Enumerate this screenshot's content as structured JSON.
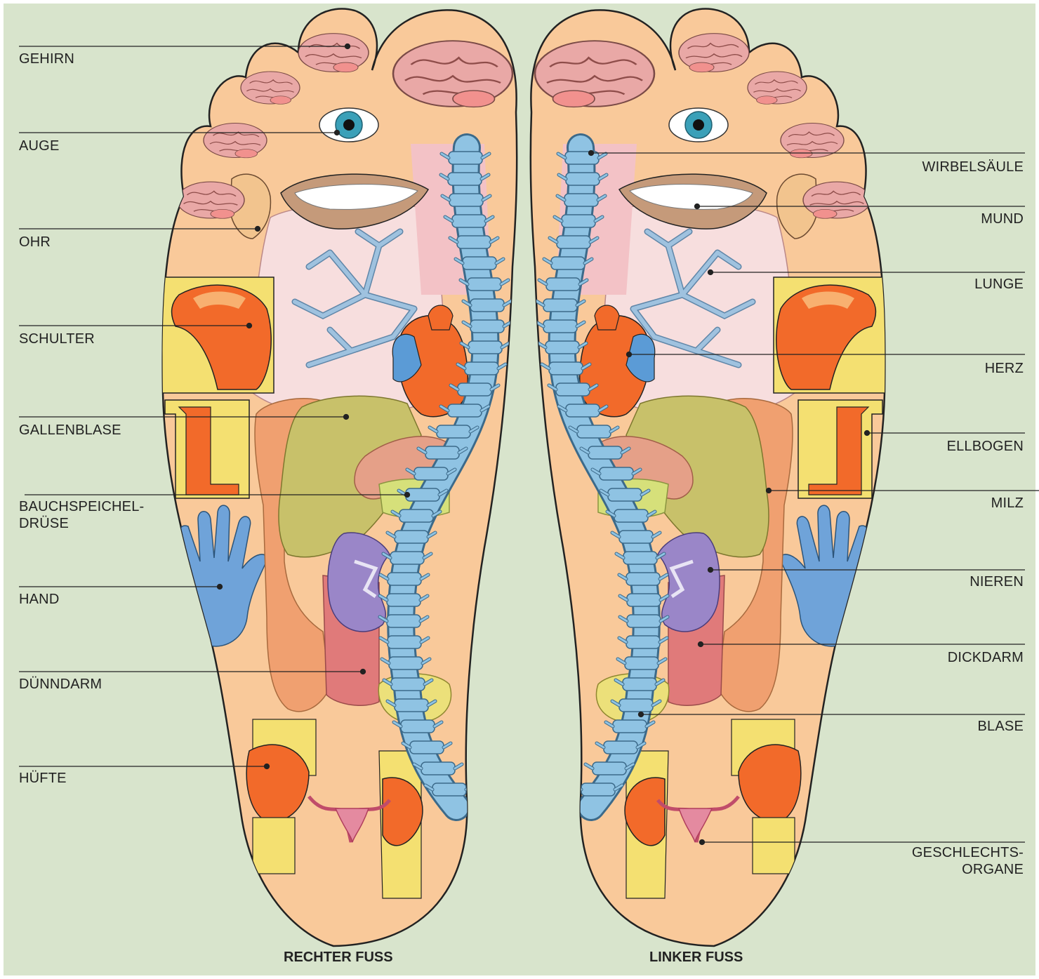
{
  "colors": {
    "background": "#d8e4cc",
    "foot": "#f9c99a",
    "brain": "#e9a8a6",
    "spine": "#8fc3e3",
    "organ_orange": "#f26a2a",
    "lung": "#f7dede",
    "bronchi": "#93b7d6",
    "yellow": "#f4e071",
    "kidney": "#9a86c8",
    "liver": "#c8c16a",
    "colon": "#f0a070",
    "hand": "#6fa3d9",
    "leader": "#222222"
  },
  "feet": {
    "right": {
      "caption": "RECHTER FUSS"
    },
    "left": {
      "caption": "LINKER FUSS"
    }
  },
  "labels_left": [
    {
      "id": "gehirn",
      "text": "GEHIRN"
    },
    {
      "id": "auge",
      "text": "AUGE"
    },
    {
      "id": "ohr",
      "text": "OHR"
    },
    {
      "id": "schulter",
      "text": "SCHULTER"
    },
    {
      "id": "gallenblase",
      "text": "GALLENBLASE"
    },
    {
      "id": "bauchspeichel",
      "text": "BAUCHSPEICHEL-",
      "text2": "DRÜSE"
    },
    {
      "id": "hand",
      "text": "HAND"
    },
    {
      "id": "duenndarm",
      "text": "DÜNNDARM"
    },
    {
      "id": "huefte",
      "text": "HÜFTE"
    }
  ],
  "labels_right": [
    {
      "id": "wirbelsaeule",
      "text": "WIRBELSÄULE"
    },
    {
      "id": "mund",
      "text": "MUND"
    },
    {
      "id": "lunge",
      "text": "LUNGE"
    },
    {
      "id": "herz",
      "text": "HERZ"
    },
    {
      "id": "ellbogen",
      "text": "ELLBOGEN"
    },
    {
      "id": "milz",
      "text": "MILZ"
    },
    {
      "id": "nieren",
      "text": "NIEREN"
    },
    {
      "id": "dickdarm",
      "text": "DICKDARM"
    },
    {
      "id": "blase",
      "text": "BLASE"
    },
    {
      "id": "geschlechtsorgane",
      "text": "GESCHLECHTS-",
      "text2": "ORGANE"
    }
  ]
}
